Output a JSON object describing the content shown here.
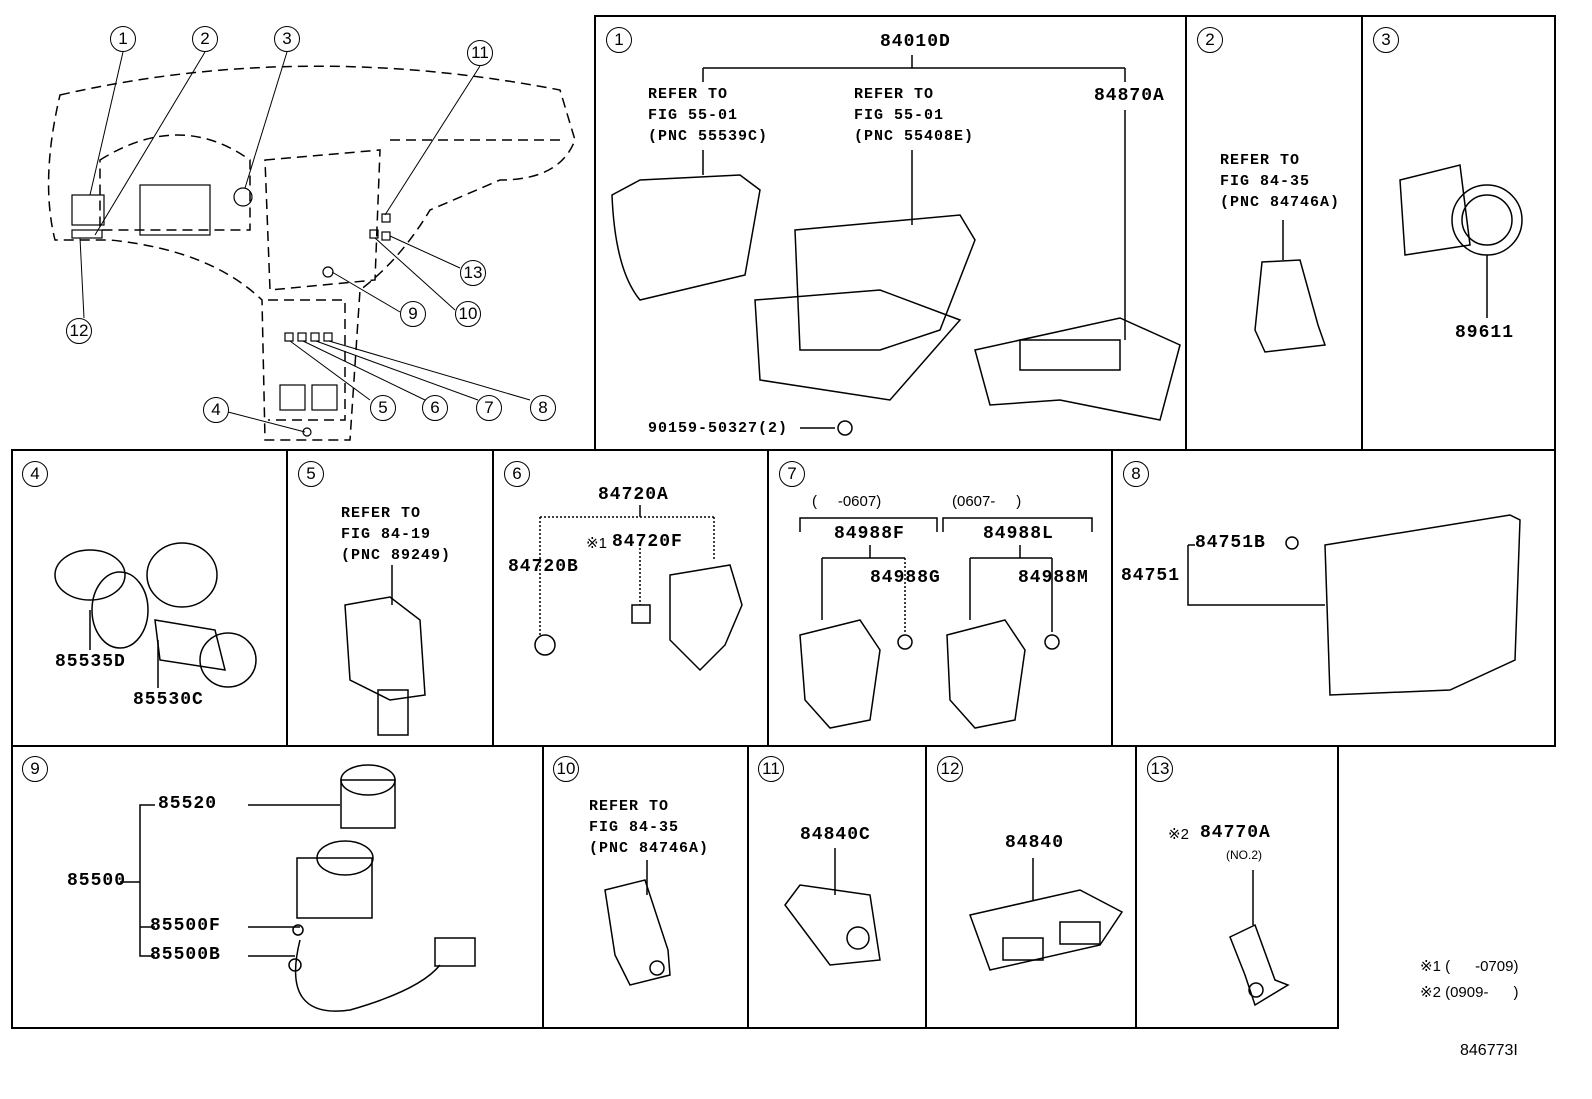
{
  "overview": {
    "callouts": [
      "1",
      "2",
      "3",
      "4",
      "5",
      "6",
      "7",
      "8",
      "9",
      "10",
      "11",
      "12",
      "13"
    ]
  },
  "panel1": {
    "index": "1",
    "assembly": "84010D",
    "ref_a": "REFER TO\nFIG 55-01\n(PNC 55539C)",
    "ref_b": "REFER TO\nFIG 55-01\n(PNC 55408E)",
    "part_a": "84870A",
    "screw": "90159-50327(2)"
  },
  "panel2": {
    "index": "2",
    "ref": "REFER TO\nFIG 84-35\n(PNC 84746A)"
  },
  "panel3": {
    "index": "3",
    "part": "89611"
  },
  "panel4": {
    "index": "4",
    "part_a": "85535D",
    "part_b": "85530C"
  },
  "panel5": {
    "index": "5",
    "ref": "REFER TO\nFIG 84-19\n(PNC 89249)"
  },
  "panel6": {
    "index": "6",
    "assembly": "84720A",
    "note": "※1",
    "part_f": "84720F",
    "part_b": "84720B"
  },
  "panel7": {
    "index": "7",
    "range_a": "(     -0607)",
    "range_b": "(0607-     )",
    "part_f": "84988F",
    "part_g": "84988G",
    "part_l": "84988L",
    "part_m": "84988M"
  },
  "panel8": {
    "index": "8",
    "part_b": "84751B",
    "part": "84751"
  },
  "panel9": {
    "index": "9",
    "part_a": "85520",
    "assembly": "85500",
    "part_f": "85500F",
    "part_b": "85500B"
  },
  "panel10": {
    "index": "10",
    "ref": "REFER TO\nFIG 84-35\n(PNC 84746A)"
  },
  "panel11": {
    "index": "11",
    "part": "84840C"
  },
  "panel12": {
    "index": "12",
    "part": "84840"
  },
  "panel13": {
    "index": "13",
    "note": "※2",
    "part": "84770A",
    "sub": "(NO.2)"
  },
  "notes": {
    "n1": "※1 (      -0709)",
    "n2": "※2 (0909-      )"
  },
  "figure_id": "846773I"
}
